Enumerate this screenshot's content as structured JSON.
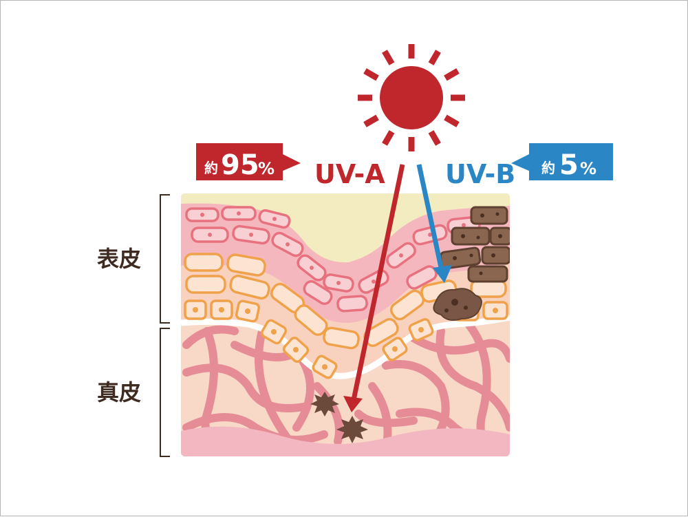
{
  "layers": {
    "epidermis": "表皮",
    "dermis": "真皮"
  },
  "uva": {
    "label": "UV-A",
    "prefix": "約",
    "number": "95",
    "percent_sign": "%",
    "penetration_percent": 95
  },
  "uvb": {
    "label": "UV-B",
    "prefix": "約",
    "number": "5",
    "percent_sign": "%",
    "penetration_percent": 5
  },
  "colors": {
    "sun": "#c0272d",
    "uva": "#c0272d",
    "uvb": "#2b86c5",
    "label_text": "#3d2a20",
    "stratum_corneum": "#f3ecc0",
    "epidermis_upper": "#f4b7bd",
    "epidermis_lower": "#f9d2bf",
    "dermis": "#f8d8c6",
    "dermis_fibers": "#e68c97",
    "subcutis": "#f2b7c1",
    "melanin": "#6e4d3c",
    "damage": "#6b4a3c"
  },
  "icons": {
    "sun": "sun-icon",
    "damage": "damage-burst-icon",
    "melanin": "melanin-cluster-icon"
  }
}
